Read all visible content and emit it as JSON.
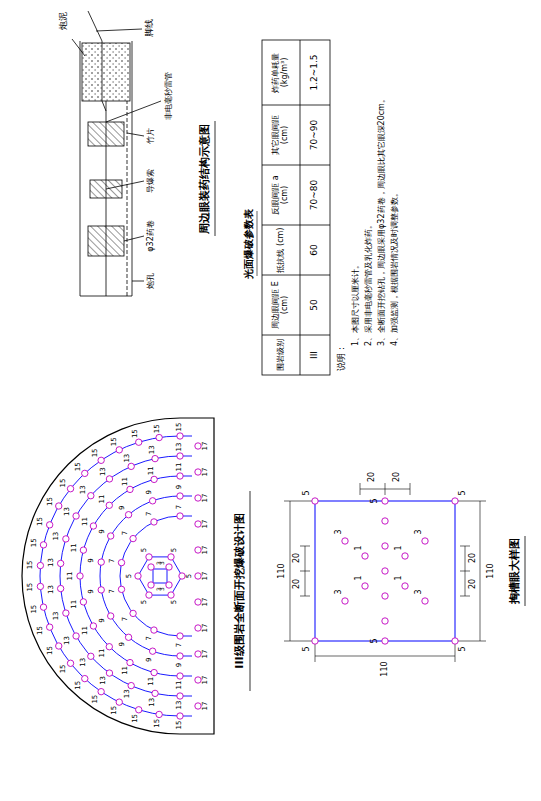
{
  "diagram": {
    "labels": [
      "III级围岩全断面开挖爆破设计图",
      "掏槽眼大样图",
      "周边眼装药结构示意图",
      "光面爆破参数表",
      "炮泥",
      "脚线",
      "非电毫秒雷管",
      "φ32药卷",
      "导爆索",
      "竹片",
      "炮孔",
      "围岩级别",
      "周边眼间距 E (cm)",
      "抵抗线 (cm)",
      "反眼间距 a (cm)",
      "其它眼间距 (cm)",
      "炸药单耗量 (kg/m³)",
      "III",
      "50",
      "60",
      "70~80",
      "70~90",
      "1.2~1.5",
      "说明：",
      "1、本图尺寸以厘米计。",
      "2、采用非电毫秒雷管及乳化炸药。",
      "3、全断面开挖钻孔，周边眼采用φ32药卷，周边眼比其它眼深20cm。",
      "4、加强监测，根据围岩情况及时调整参数。",
      "110",
      "110",
      "110",
      "20",
      "20",
      "20",
      "20",
      "20",
      "20",
      "5",
      "5",
      "5",
      "5",
      "5",
      "5",
      "3",
      "3",
      "3",
      "3",
      "1",
      "1",
      "1",
      "1",
      "15",
      "15",
      "15",
      "15",
      "15",
      "15",
      "15",
      "15",
      "15",
      "15",
      "15",
      "15",
      "15",
      "15",
      "15",
      "15",
      "15",
      "15",
      "15",
      "15",
      "15",
      "15",
      "17",
      "17",
      "17",
      "17",
      "17",
      "17",
      "17",
      "17",
      "17",
      "17",
      "17",
      "13",
      "13",
      "13",
      "13",
      "13",
      "13",
      "13",
      "13",
      "13",
      "13",
      "13",
      "13",
      "13",
      "13",
      "13",
      "13",
      "11",
      "11",
      "11",
      "11",
      "11",
      "11",
      "11",
      "11",
      "11",
      "11",
      "11",
      "11",
      "11",
      "9",
      "9",
      "9",
      "9",
      "9",
      "9",
      "9",
      "9",
      "9",
      "9",
      "7",
      "7",
      "7",
      "7",
      "7",
      "7",
      "7",
      "7",
      "5",
      "5",
      "5",
      "5",
      "5",
      "5",
      "3",
      "3",
      "3",
      "3"
    ]
  }
}
